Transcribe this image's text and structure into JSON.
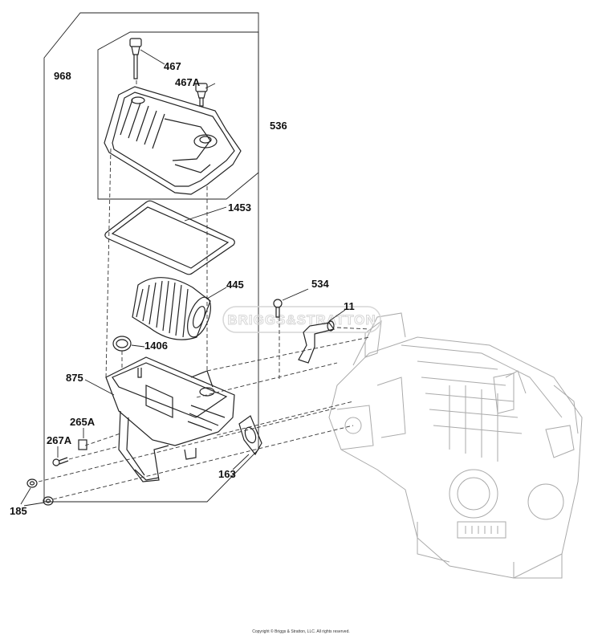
{
  "diagram": {
    "callouts": {
      "p968": "968",
      "p467": "467",
      "p467a": "467A",
      "p536": "536",
      "p1453": "1453",
      "p445": "445",
      "p534": "534",
      "p11": "11",
      "p1406": "1406",
      "p875": "875",
      "p265a": "265A",
      "p267a": "267A",
      "p163": "163",
      "p185": "185"
    },
    "watermark": "BRIGGS&STRATTON",
    "copyright": "Copyright © Briggs & Stratton, LLC. All rights reserved."
  }
}
